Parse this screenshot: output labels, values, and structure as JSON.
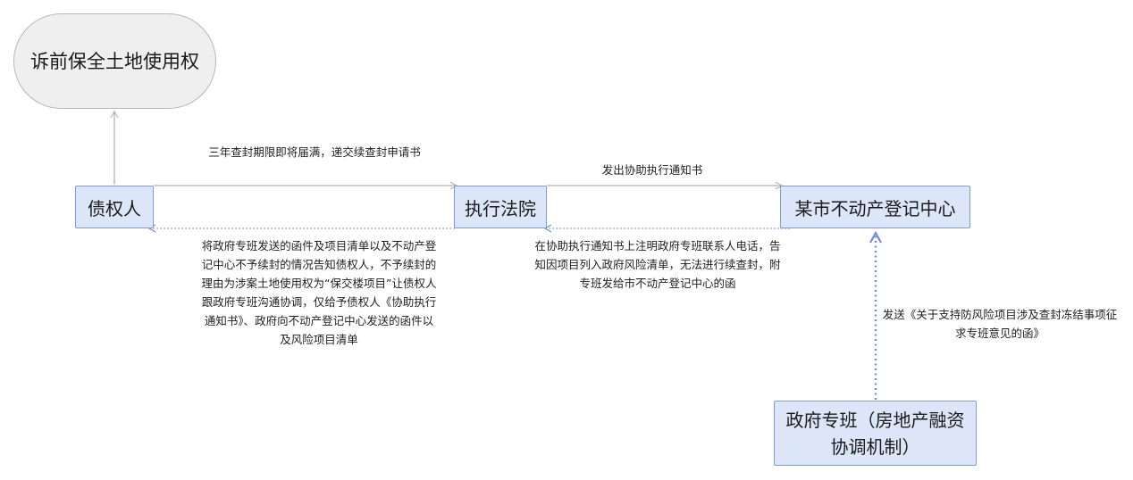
{
  "nodes": {
    "top": "诉前保全土地使用权",
    "creditor": "债权人",
    "court": "执行法院",
    "registry": "某市不动产登记中心",
    "gov": "政府专班（房地产融资协调机制）"
  },
  "edges": {
    "creditor_to_court": "三年查封期限即将届满，递交续查封申请书",
    "court_to_registry": "发出协助执行通知书",
    "court_to_creditor": "将政府专班发送的函件及项目清单以及不动产登记中心不予续封的情况告知债权人，不予续封的理由为涉案土地使用权为“保交楼项目”让债权人跟政府专班沟通协调，仅给予债权人《协助执行通知书》、政府向不动产登记中心发送的函件以及风险项目清单",
    "registry_to_court": "在协助执行通知书上注明政府专班联系人电话，告知因项目列入政府风险清单，无法进行续查封，附专班发给市不动产登记中心的函",
    "gov_to_registry": "发送《关于支持防风险项目涉及查封冻结事项征求专班意见的函》"
  },
  "colors": {
    "node_fill": "#dde6f8",
    "node_border": "#7f9be0",
    "pill_fill": "#efefef",
    "pill_border": "#b7b7b7",
    "solid_edge": "#b5b5b5",
    "dotted_edge": "#6f8fe6"
  }
}
